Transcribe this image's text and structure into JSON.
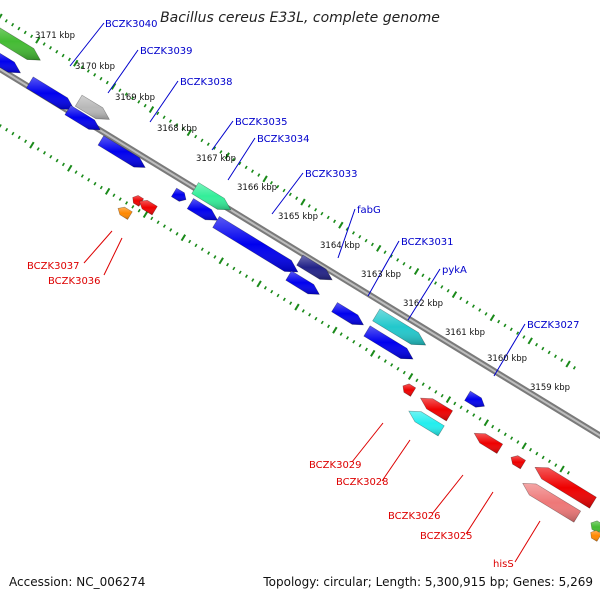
{
  "title": "Bacillus cereus E33L, complete genome",
  "footer": {
    "accession": "Accession: NC_006274",
    "topology": "Topology: circular; Length: 5,300,915 bp; Genes: 5,269"
  },
  "colors": {
    "forward_label": "#0000cc",
    "reverse_label": "#dd0000",
    "backbone": "#888888",
    "tick": "#1a8a1a"
  },
  "kbp_labels": [
    "3171 kbp",
    "3170 kbp",
    "3169 kbp",
    "3168 kbp",
    "3167 kbp",
    "3166 kbp",
    "3165 kbp",
    "3164 kbp",
    "3163 kbp",
    "3162 kbp",
    "3161 kbp",
    "3160 kbp",
    "3159 kbp"
  ],
  "forward_labels": [
    "BCZK3040",
    "BCZK3039",
    "BCZK3038",
    "BCZK3035",
    "BCZK3034",
    "BCZK3033",
    "fabG",
    "BCZK3031",
    "pykA",
    "BCZK3027"
  ],
  "reverse_labels": [
    "BCZK3037",
    "BCZK3036",
    "BCZK3029",
    "BCZK3028",
    "BCZK3026",
    "BCZK3025",
    "hisS"
  ],
  "gene_colors": {
    "blue": "#0000ee",
    "green": "#44bb33",
    "grey": "#b8b8b8",
    "seagreen": "#33ee99",
    "navy": "#222288",
    "teal": "#22c8cc",
    "red": "#ee0000",
    "orange": "#ff8800",
    "cyan": "#22eeee",
    "pink": "#ee7777"
  }
}
